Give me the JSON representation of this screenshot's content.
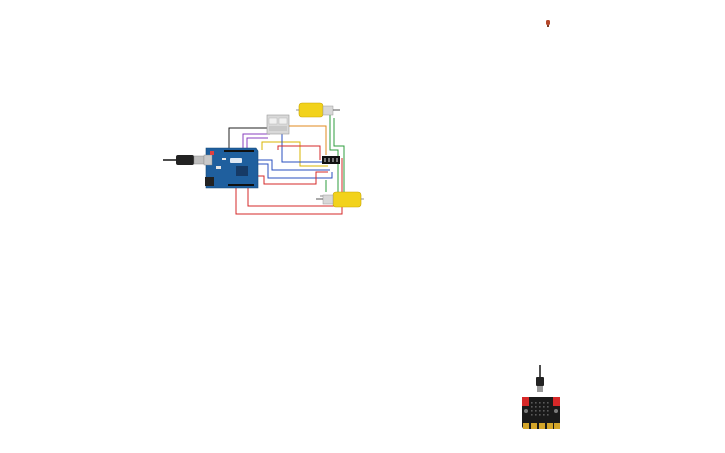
{
  "canvas": {
    "background": "#ffffff",
    "components": [
      {
        "id": "arduino",
        "kind": "arduino-uno-board",
        "color": "#1f5f9e"
      },
      {
        "id": "usb-cable",
        "kind": "usb-cable",
        "color": "#222222"
      },
      {
        "id": "motor-driver",
        "kind": "motor-driver-module",
        "color": "#d9d9d9"
      },
      {
        "id": "motor-top",
        "kind": "yellow-dc-gear-motor",
        "color": "#f2d21b"
      },
      {
        "id": "motor-bottom",
        "kind": "yellow-dc-gear-motor",
        "color": "#f2d21b"
      },
      {
        "id": "breadboard-header",
        "kind": "terminal-connector",
        "color": "#111111"
      },
      {
        "id": "led",
        "kind": "led",
        "color": "#b5472a"
      },
      {
        "id": "microbit",
        "kind": "microbit-board",
        "color": "#1a1a1a"
      },
      {
        "id": "microbit-cable",
        "kind": "usb-cable",
        "color": "#222222"
      }
    ],
    "wire_colors": {
      "red": "#d62828",
      "black": "#222222",
      "blue": "#2a4fbf",
      "green": "#2e9e3e",
      "orange": "#e08a1e",
      "yellow": "#d9b400",
      "purple": "#8a3fbf"
    }
  }
}
